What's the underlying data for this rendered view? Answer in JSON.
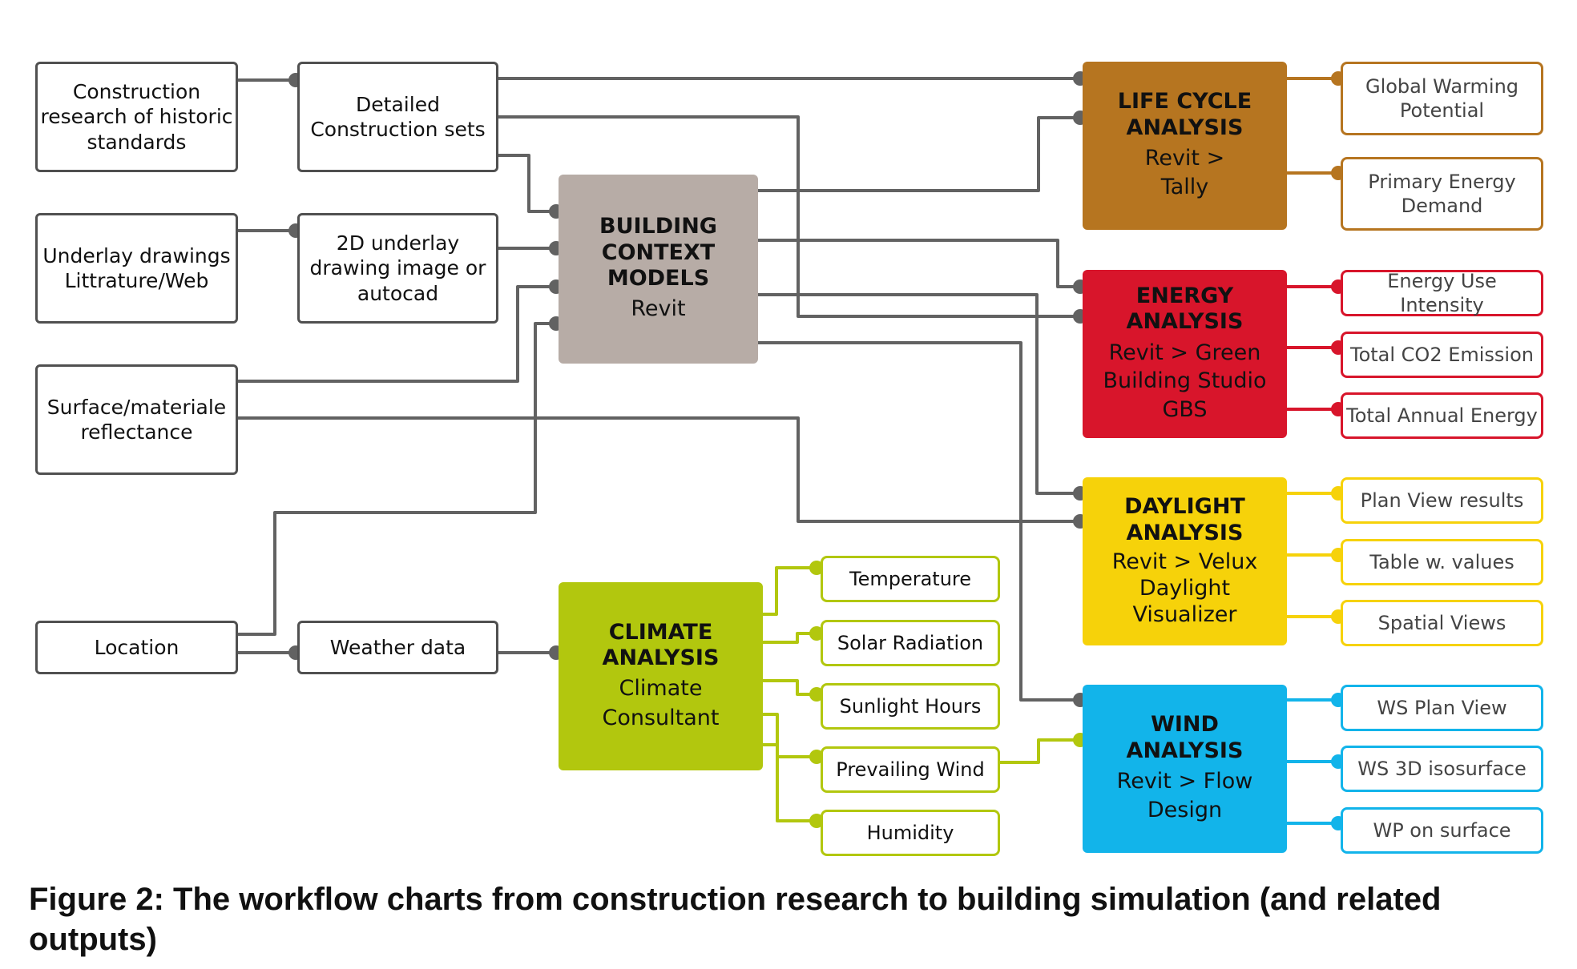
{
  "colors": {
    "connector": "#626262",
    "life_cycle": "#b67520",
    "energy": "#d8152b",
    "daylight": "#f6d20a",
    "wind": "#12b4ea",
    "climate": "#b2c70e",
    "building_context": "#b7aca6"
  },
  "sources": {
    "construction_research": "Construction research of historic standards",
    "detailed_sets": "Detailed Construction sets",
    "underlay_drawings": "Underlay drawings Littrature/Web",
    "underlay_2d": "2D underlay drawing image or autocad",
    "surface_reflectance": "Surface/materiale reflectance",
    "location": "Location",
    "weather_data": "Weather data"
  },
  "hubs": {
    "building_context": {
      "title": "BUILDING CONTEXT MODELS",
      "sub": "Revit"
    },
    "climate": {
      "title": "CLIMATE ANALYSIS",
      "sub": "Climate Consultant"
    },
    "life_cycle": {
      "title": "LIFE CYCLE ANALYSIS",
      "sub": "Revit > Tally"
    },
    "energy": {
      "title": "ENERGY ANALYSIS",
      "sub": "Revit > Green Building Studio GBS"
    },
    "daylight": {
      "title": "DAYLIGHT ANALYSIS",
      "sub": "Revit > Velux Daylight Visualizer"
    },
    "wind": {
      "title": "WIND ANALYSIS",
      "sub": "Revit > Flow Design"
    }
  },
  "climate_outputs": [
    "Temperature",
    "Solar Radiation",
    "Sunlight Hours",
    "Prevailing Wind",
    "Humidity"
  ],
  "outputs": {
    "life_cycle": [
      "Global Warming Potential",
      "Primary Energy Demand"
    ],
    "energy": [
      "Energy Use Intensity",
      "Total CO2 Emission",
      "Total Annual Energy"
    ],
    "daylight": [
      "Plan View results",
      "Table w. values",
      "Spatial Views"
    ],
    "wind": [
      "WS Plan View",
      "WS 3D isosurface",
      "WP on surface"
    ]
  },
  "caption": "Figure 2: The workflow charts from construction research to building simulation (and related outputs)"
}
